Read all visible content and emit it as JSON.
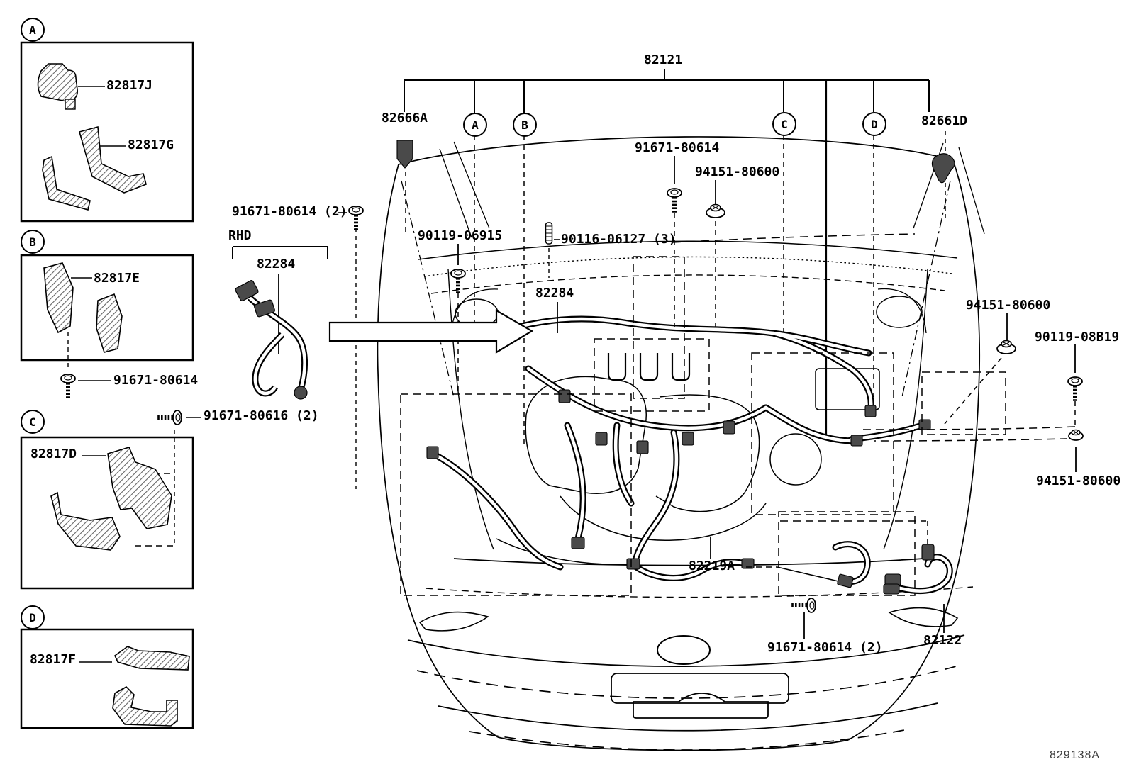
{
  "figure": {
    "drawing_number": "829138A",
    "variant_tag": "RHD"
  },
  "section_markers": {
    "a": "A",
    "b": "B",
    "c": "C",
    "d": "D"
  },
  "detail_boxes": {
    "a": {
      "letter": "A",
      "part1": "82817J",
      "part2": "82817G"
    },
    "b": {
      "letter": "B",
      "part1": "82817E",
      "fastener": "91671-80614"
    },
    "c": {
      "letter": "C",
      "part1": "82817D",
      "fastener": "91671-80616 (2)"
    },
    "d": {
      "letter": "D",
      "part1": "82817F"
    }
  },
  "rhd_assembly": {
    "tag": "RHD",
    "part": "82284",
    "fastener": "91671-80614 (2)"
  },
  "callouts": {
    "harness_82121": "82121",
    "connector_82666a": "82666A",
    "bolt_91671_top": "91671-80614",
    "grommet_94151_top": "94151-80600",
    "bolt_90119_06915": "90119-06915",
    "stud_90116_06127": "90116-06127 (3)",
    "part_82284_main": "82284",
    "connector_82661d": "82661D",
    "grommet_94151_right": "94151-80600",
    "bolt_90119_08b19": "90119-08B19",
    "grommet_94151_lower_right": "94151-80600",
    "harness_82219a": "82219A",
    "bolt_91671_bottom": "91671-80614 (2)",
    "wire_82122": "82122"
  },
  "colors": {
    "line": "#000000",
    "background": "#ffffff",
    "part_fill_hatch": "#666666",
    "connector_fill": "#4a4a4a"
  }
}
